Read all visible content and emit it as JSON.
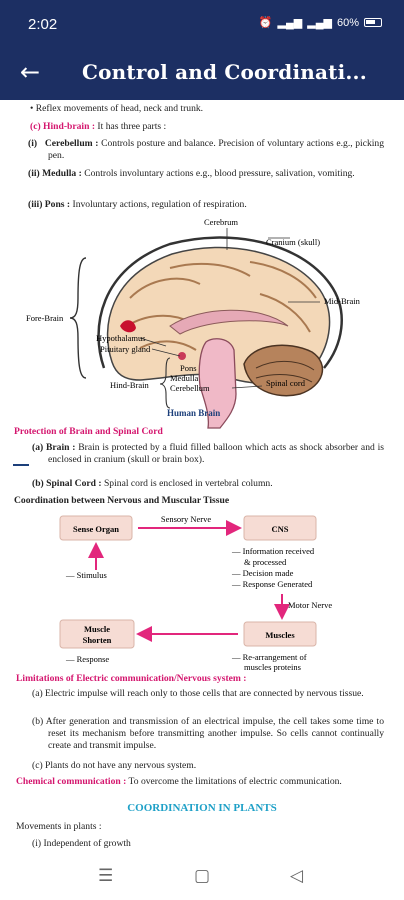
{
  "status": {
    "time": "2:02",
    "battery": "60%"
  },
  "appbar": {
    "title": "Control and Coordinati..."
  },
  "text": {
    "reflex": "• Reflex movements of head, neck and trunk.",
    "hindbrain_label": "(c) Hind-brain :",
    "hindbrain_text": " It has three parts :",
    "cereb_num": "(i)",
    "cereb_label": "Cerebellum :",
    "cereb_text": " Controls posture and balance. Precision of voluntary actions e.g., picking pen.",
    "medulla_label": "(ii) Medulla :",
    "medulla_text": " Controls involuntary actions e.g., blood pressure, salivation, vomiting.",
    "pons_label": "(iii) Pons :",
    "pons_text": " Involuntary actions, regulation of respiration.",
    "protection_heading": "Protection of Brain and Spinal Cord",
    "brain_prot_label": "(a) Brain :",
    "brain_prot_text": " Brain is protected by a fluid filled balloon which acts as shock absorber and is enclosed in cranium (skull or brain box).",
    "spinal_prot_label": "(b) Spinal Cord :",
    "spinal_prot_text": " Spinal cord is enclosed in vertebral column.",
    "coordination_heading": "Coordination between Nervous and Muscular Tissue",
    "limitations_heading": "Limitations of Electric communication/Nervous system :",
    "lim_a": "(a) Electric impulse will reach only to those cells that are connected by nervous tissue.",
    "lim_b": "(b) After generation and transmission of an electrical impulse, the cell takes some time to reset its mechanism before transmitting another impulse. So cells cannot continually create and transmit impulse.",
    "lim_c": "(c) Plants do not have any nervous system.",
    "chemical_label": "Chemical communication :",
    "chemical_text": " To overcome the limitations of electric communication.",
    "plants_heading": "COORDINATION IN PLANTS",
    "movements": "Movements in plants :",
    "independent": "(i) Independent of growth"
  },
  "diagram": {
    "caption": "Human Brain",
    "labels": {
      "cerebrum": "Cerebrum",
      "cranium": "Cranium (skull)",
      "forebrain": "Fore-Brain",
      "midbrain": "Mid-Brain",
      "hypothalamus": "Hypothalamus",
      "pituitary": "Pituitary gland",
      "pons": "Pons",
      "medulla": "Medulla",
      "cerebellum": "Cerebellum",
      "hindbrain": "Hind-Brain",
      "spinal": "Spinal cord"
    }
  },
  "flow": {
    "sense_organ": "Sense Organ",
    "cns": "CNS",
    "muscles": "Muscles",
    "muscle_shorten_1": "Muscle",
    "muscle_shorten_2": "Shorten",
    "sensory_nerve": "Sensory Nerve",
    "motor_nerve": "Motor Nerve",
    "stimulus": "— Stimulus",
    "response": "— Response",
    "cns_notes": [
      "— Information received",
      "& processed",
      "— Decision made",
      "— Response Generated"
    ],
    "muscle_notes": [
      "— Re-arrangement of",
      "muscles proteins"
    ]
  },
  "colors": {
    "appbar": "#1c2f63",
    "accent_pink": "#d4166e",
    "heading_cyan": "#1ea0c7",
    "box_fill": "#f6dcd4"
  }
}
